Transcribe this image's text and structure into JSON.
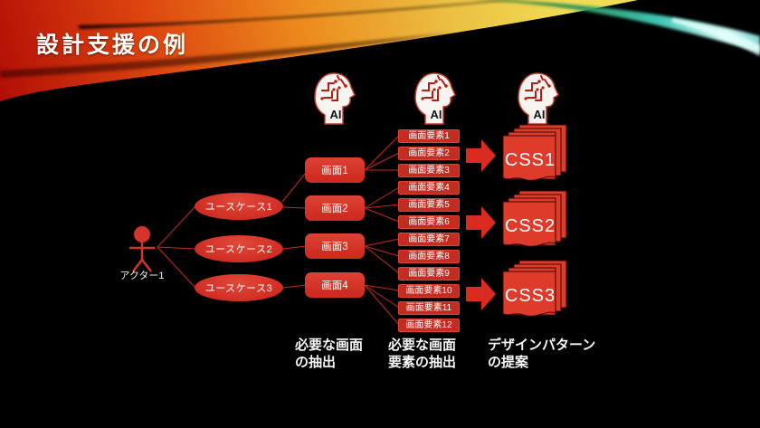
{
  "slide": {
    "title": "設計支援の例"
  },
  "colors": {
    "background": "#000000",
    "shape_red": "#d5342a",
    "element_red": "#c22c21",
    "line_red": "#c5281c",
    "text_white": "#ffffff"
  },
  "actor": {
    "label": "アクター1"
  },
  "use_cases": [
    {
      "label": "ユースケース1"
    },
    {
      "label": "ユースケース2"
    },
    {
      "label": "ユースケース3"
    }
  ],
  "screens": [
    {
      "label": "画面1"
    },
    {
      "label": "画面2"
    },
    {
      "label": "画面3"
    },
    {
      "label": "画面4"
    }
  ],
  "screen_elements": [
    {
      "label": "画面要素1"
    },
    {
      "label": "画面要素2"
    },
    {
      "label": "画面要素3"
    },
    {
      "label": "画面要素4"
    },
    {
      "label": "画面要素5"
    },
    {
      "label": "画面要素6"
    },
    {
      "label": "画面要素7"
    },
    {
      "label": "画面要素8"
    },
    {
      "label": "画面要素9"
    },
    {
      "label": "画面要素10"
    },
    {
      "label": "画面要素11"
    },
    {
      "label": "画面要素12"
    }
  ],
  "css_patterns": [
    {
      "label": "CSS1"
    },
    {
      "label": "CSS2"
    },
    {
      "label": "CSS3"
    }
  ],
  "ai_head": {
    "label": "AI"
  },
  "captions": [
    {
      "text": "必要な画面\nの抽出"
    },
    {
      "text": "必要な画面\n要素の抽出"
    },
    {
      "text": "デザインパターン\nの提案"
    }
  ],
  "connections": {
    "actor_to": [
      "ユースケース1",
      "ユースケース2",
      "ユースケース3"
    ],
    "use_case_to_screens": {
      "ユースケース1": [
        "画面1",
        "画面2"
      ],
      "ユースケース2": [
        "画面3"
      ],
      "ユースケース3": [
        "画面4"
      ]
    },
    "screen_to_elements": {
      "画面1": [
        "画面要素1",
        "画面要素2",
        "画面要素3"
      ],
      "画面2": [
        "画面要素4",
        "画面要素5",
        "画面要素6"
      ],
      "画面3": [
        "画面要素7",
        "画面要素8",
        "画面要素9"
      ],
      "画面4": [
        "画面要素10",
        "画面要素11",
        "画面要素12"
      ]
    },
    "elements_to_css": {
      "CSS1": [
        "画面要素1",
        "画面要素2",
        "画面要素3"
      ],
      "CSS2": [
        "画面要素4",
        "画面要素5",
        "画面要素6",
        "画面要素7",
        "画面要素8",
        "画面要素9"
      ],
      "CSS3": [
        "画面要素10",
        "画面要素11",
        "画面要素12"
      ]
    }
  }
}
